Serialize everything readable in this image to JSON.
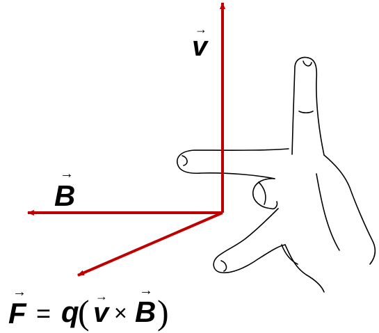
{
  "colors": {
    "arrow": "#c00000",
    "text": "#000000",
    "background": "#ffffff"
  },
  "labels": {
    "v": "v",
    "B": "B",
    "overarrow": "⃗"
  },
  "equation": {
    "F": "F",
    "equals": "=",
    "q": "q",
    "open_paren": "(",
    "v": "v",
    "times": "×",
    "B": "B",
    "close_paren": ")"
  }
}
